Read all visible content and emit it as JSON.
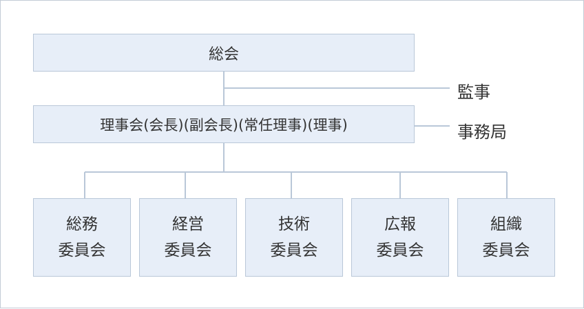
{
  "diagram": {
    "general_assembly": "総会",
    "board": "理事会(会長)(副会長)(常任理事)(理事)",
    "auditor": "監事",
    "secretariat": "事務局",
    "committees": [
      {
        "line1": "総務",
        "line2": "委員会"
      },
      {
        "line1": "経営",
        "line2": "委員会"
      },
      {
        "line1": "技術",
        "line2": "委員会"
      },
      {
        "line1": "広報",
        "line2": "委員会"
      },
      {
        "line1": "組織",
        "line2": "委員会"
      }
    ],
    "colors": {
      "box_fill": "#e7eef8",
      "box_border": "#b9c7d8",
      "connector": "#b9c7d8",
      "frame_border": "#c3cbd6"
    }
  }
}
